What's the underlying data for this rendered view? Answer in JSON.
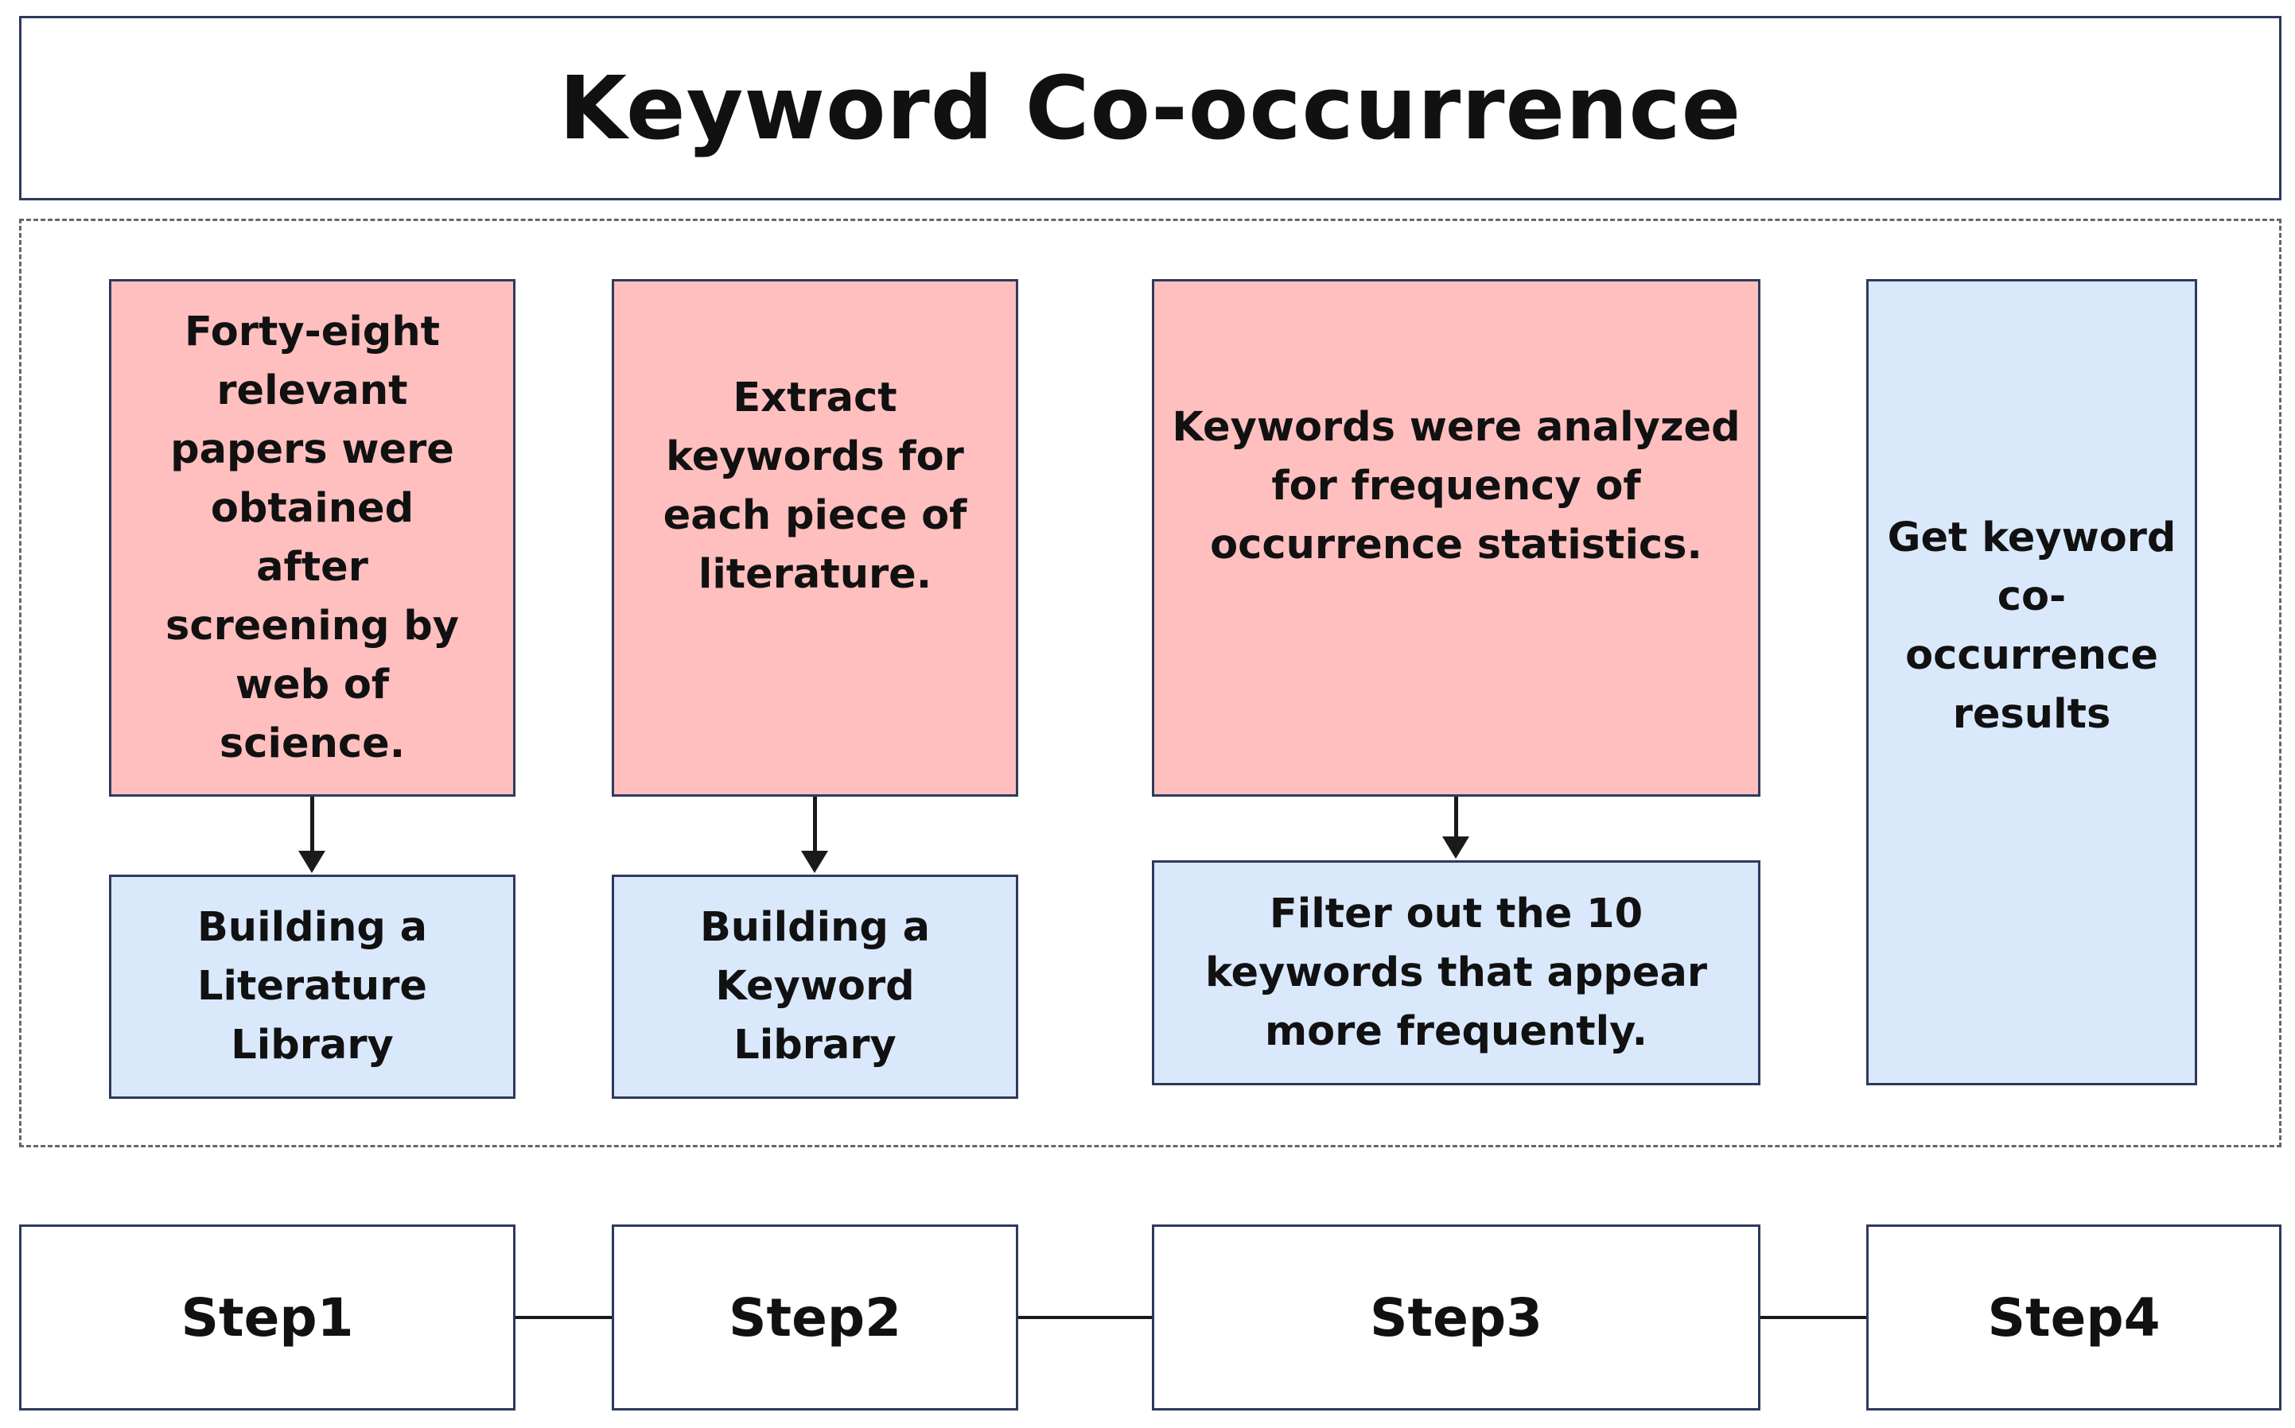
{
  "title": "Keyword Co-occurrence",
  "columns": [
    {
      "top_text": "Forty-eight relevant papers were obtained after screening by web of science.",
      "bottom_text": "Building a Literature Library"
    },
    {
      "top_text": "Extract keywords for each piece of literature.",
      "bottom_text": "Building a Keyword Library"
    },
    {
      "top_text": "Keywords were analyzed for frequency of occurrence statistics.",
      "bottom_text": "Filter out the 10 keywords that appear more frequently."
    },
    {
      "result_text": "Get keyword co-occurrence results"
    }
  ],
  "steps": [
    "Step1",
    "Step2",
    "Step3",
    "Step4"
  ],
  "colors": {
    "process_fill": "#ffbfbf",
    "result_fill": "#dae8fc",
    "border": "#2e3a5c"
  }
}
